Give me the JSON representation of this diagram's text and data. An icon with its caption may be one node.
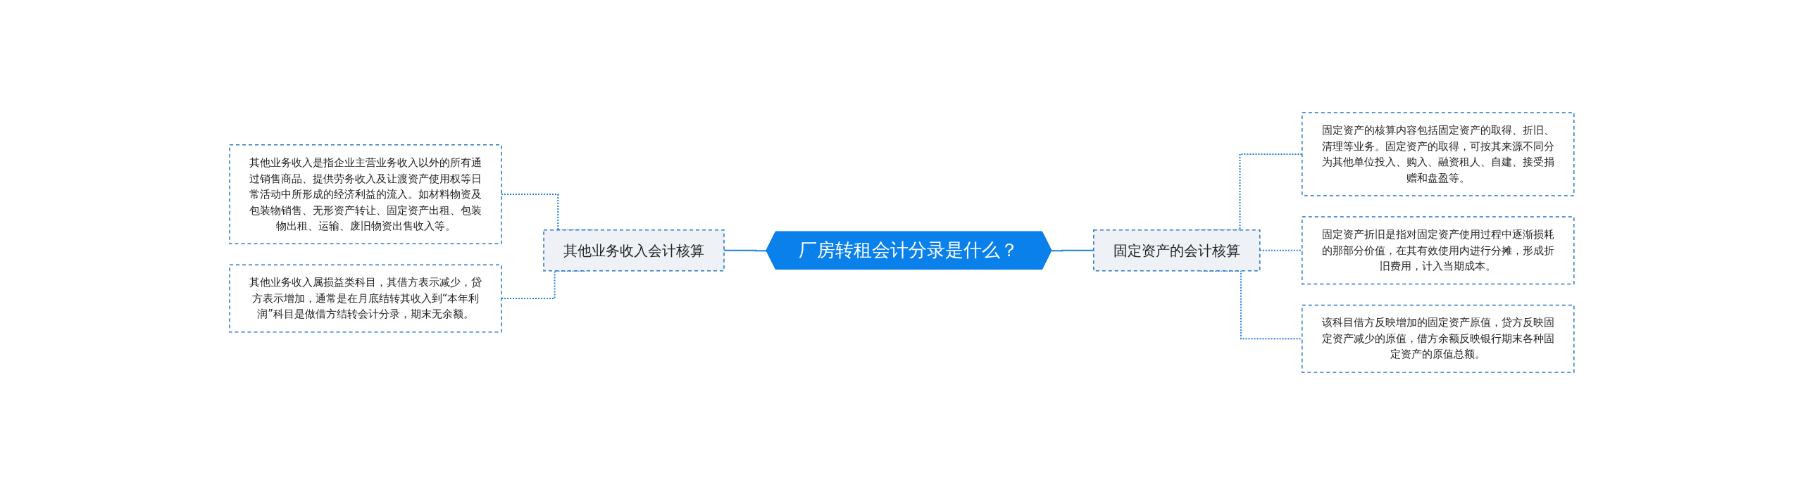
{
  "diagram": {
    "nodes": [
      {
        "text": [
          "厂房转租会计分录是什么？"
        ]
      },
      {
        "text": [
          "其他业务收入会计核算"
        ]
      },
      {
        "text": [
          "其他业务收入是指企业主营业务收入以外的所有通过销售商品、提供劳务收入及让渡资产使用权等日常活动中所形成的经济利益的流入。如材料物资及包装物销售、无形资产转让、固定资产出租、包装物出租、运输、废旧物资出售收入等。"
        ]
      },
      {
        "text": [
          "其他业务收入属损益类科目，其借方表示减少，贷方表示增加，通常是在月底结转其收入到“本年利润”科目是做借方结转会计分录，期末无余额。"
        ]
      },
      {
        "text": [
          "固定资产的会计核算"
        ]
      },
      {
        "text": [
          "固定资产的核算内容包括固定资产的取得、折旧、清理等业务。固定资产的取得，可按其来源不同分为其他单位投入、购入、融资租人、自建、接受捐赠和盘盈等。"
        ]
      },
      {
        "text": [
          "固定资产折旧是指对固定资产使用过程中逐渐损耗的那部分价值，在其有效使用内进行分摊，形成折旧费用，计入当期成本。"
        ]
      },
      {
        "text": [
          "该科目借方反映增加的固定资产原值，贷方反映固定资产减少的原值，借方余额反映银行期末各种固定资产的原值总额。"
        ]
      }
    ],
    "edges": [
      {
        "from": 2,
        "to": 1,
        "arrow": "none",
        "style": "dashed"
      },
      {
        "from": 3,
        "to": 1,
        "arrow": "none",
        "style": "dashed"
      },
      {
        "from": 1,
        "to": 0,
        "arrow": "none"
      },
      {
        "from": 0,
        "to": 4,
        "arrow": "none"
      },
      {
        "from": 4,
        "to": 5,
        "arrow": "none",
        "style": "dashed"
      },
      {
        "from": 4,
        "to": 6,
        "arrow": "none",
        "style": "dashed"
      },
      {
        "from": 4,
        "to": 7,
        "arrow": "none",
        "style": "dashed"
      }
    ]
  }
}
